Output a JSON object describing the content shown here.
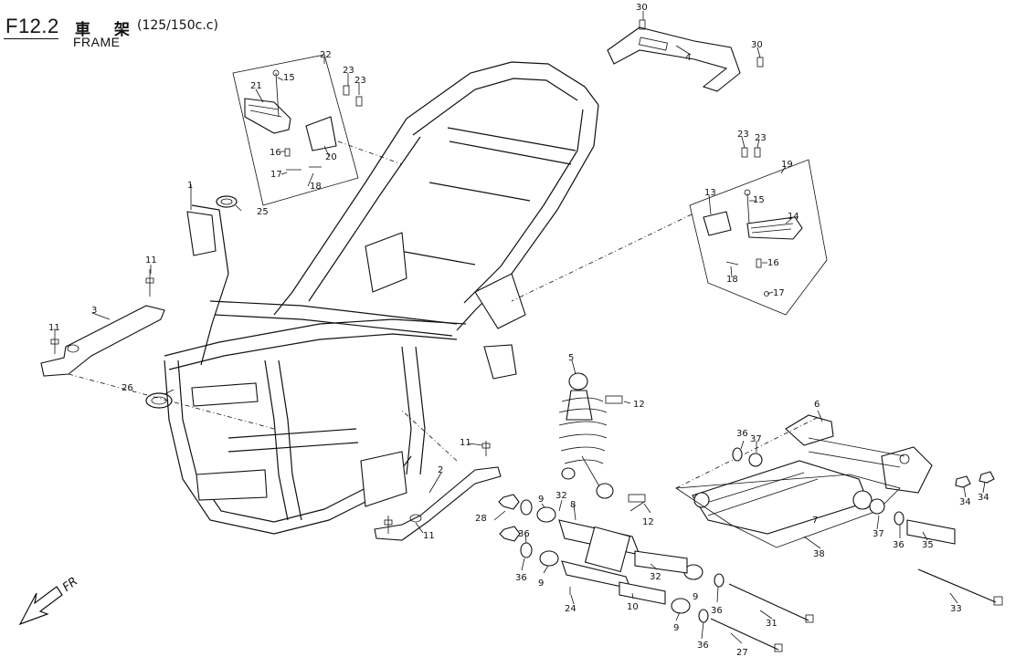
{
  "header": {
    "code": "F12.2",
    "name_cn": "車 架",
    "displacement": "(125/150c.c)",
    "name_en": "FRAME"
  },
  "direction_label": "FR",
  "callouts": {
    "c1": "1",
    "c2": "2",
    "c3": "3",
    "c4": "4",
    "c5": "5",
    "c6": "6",
    "c7": "7",
    "c8": "8",
    "c9a": "9",
    "c9b": "9",
    "c9c": "9",
    "c9d": "9",
    "c10": "10",
    "c11a": "11",
    "c11b": "11",
    "c11c": "11",
    "c11d": "11",
    "c12a": "12",
    "c12b": "12",
    "c13": "13",
    "c14": "14",
    "c15a": "15",
    "c15b": "15",
    "c16a": "16",
    "c16b": "16",
    "c17a": "17",
    "c17b": "17",
    "c18a": "18",
    "c18b": "18",
    "c19": "19",
    "c20": "20",
    "c21": "21",
    "c22": "22",
    "c23a": "23",
    "c23b": "23",
    "c23c": "23",
    "c23d": "23",
    "c24": "24",
    "c25": "25",
    "c26": "26",
    "c27": "27",
    "c28": "28",
    "c30a": "30",
    "c30b": "30",
    "c31": "31",
    "c32a": "32",
    "c32b": "32",
    "c33": "33",
    "c34a": "34",
    "c34b": "34",
    "c35": "35",
    "c36a": "36",
    "c36b": "36",
    "c36c": "36",
    "c36d": "36",
    "c36e": "36",
    "c36f": "36",
    "c37a": "37",
    "c37b": "37",
    "c38": "38"
  }
}
